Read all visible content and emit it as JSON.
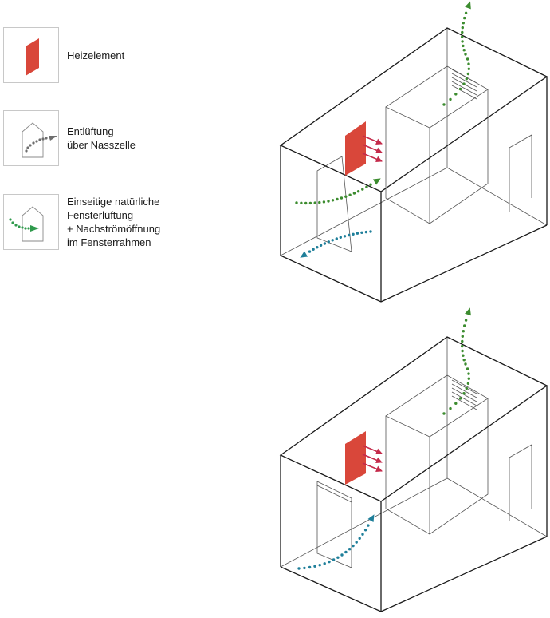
{
  "legend": {
    "heating": {
      "label": "Heizelement",
      "icon": "heating-element-icon",
      "color": "#d9473a"
    },
    "exhaust": {
      "lines": [
        "Entlüftung",
        "über Nasszelle"
      ],
      "icon": "exhaust-house-icon",
      "color": "#6e6e6e"
    },
    "window": {
      "lines": [
        "Einseitige natürliche",
        "Fensterlüftung",
        "+ Nachströmöffnung",
        "im Fensterrahmen"
      ],
      "icon": "window-ventilation-house-icon",
      "color": "#2f9a4c"
    }
  },
  "colors": {
    "outline": "#1a1a1a",
    "thin_line": "#555555",
    "heater": "#d9473a",
    "heat_arrows": "#c42a4a",
    "airflow_green": "#3c8c2f",
    "airflow_teal": "#1f7f9a"
  }
}
